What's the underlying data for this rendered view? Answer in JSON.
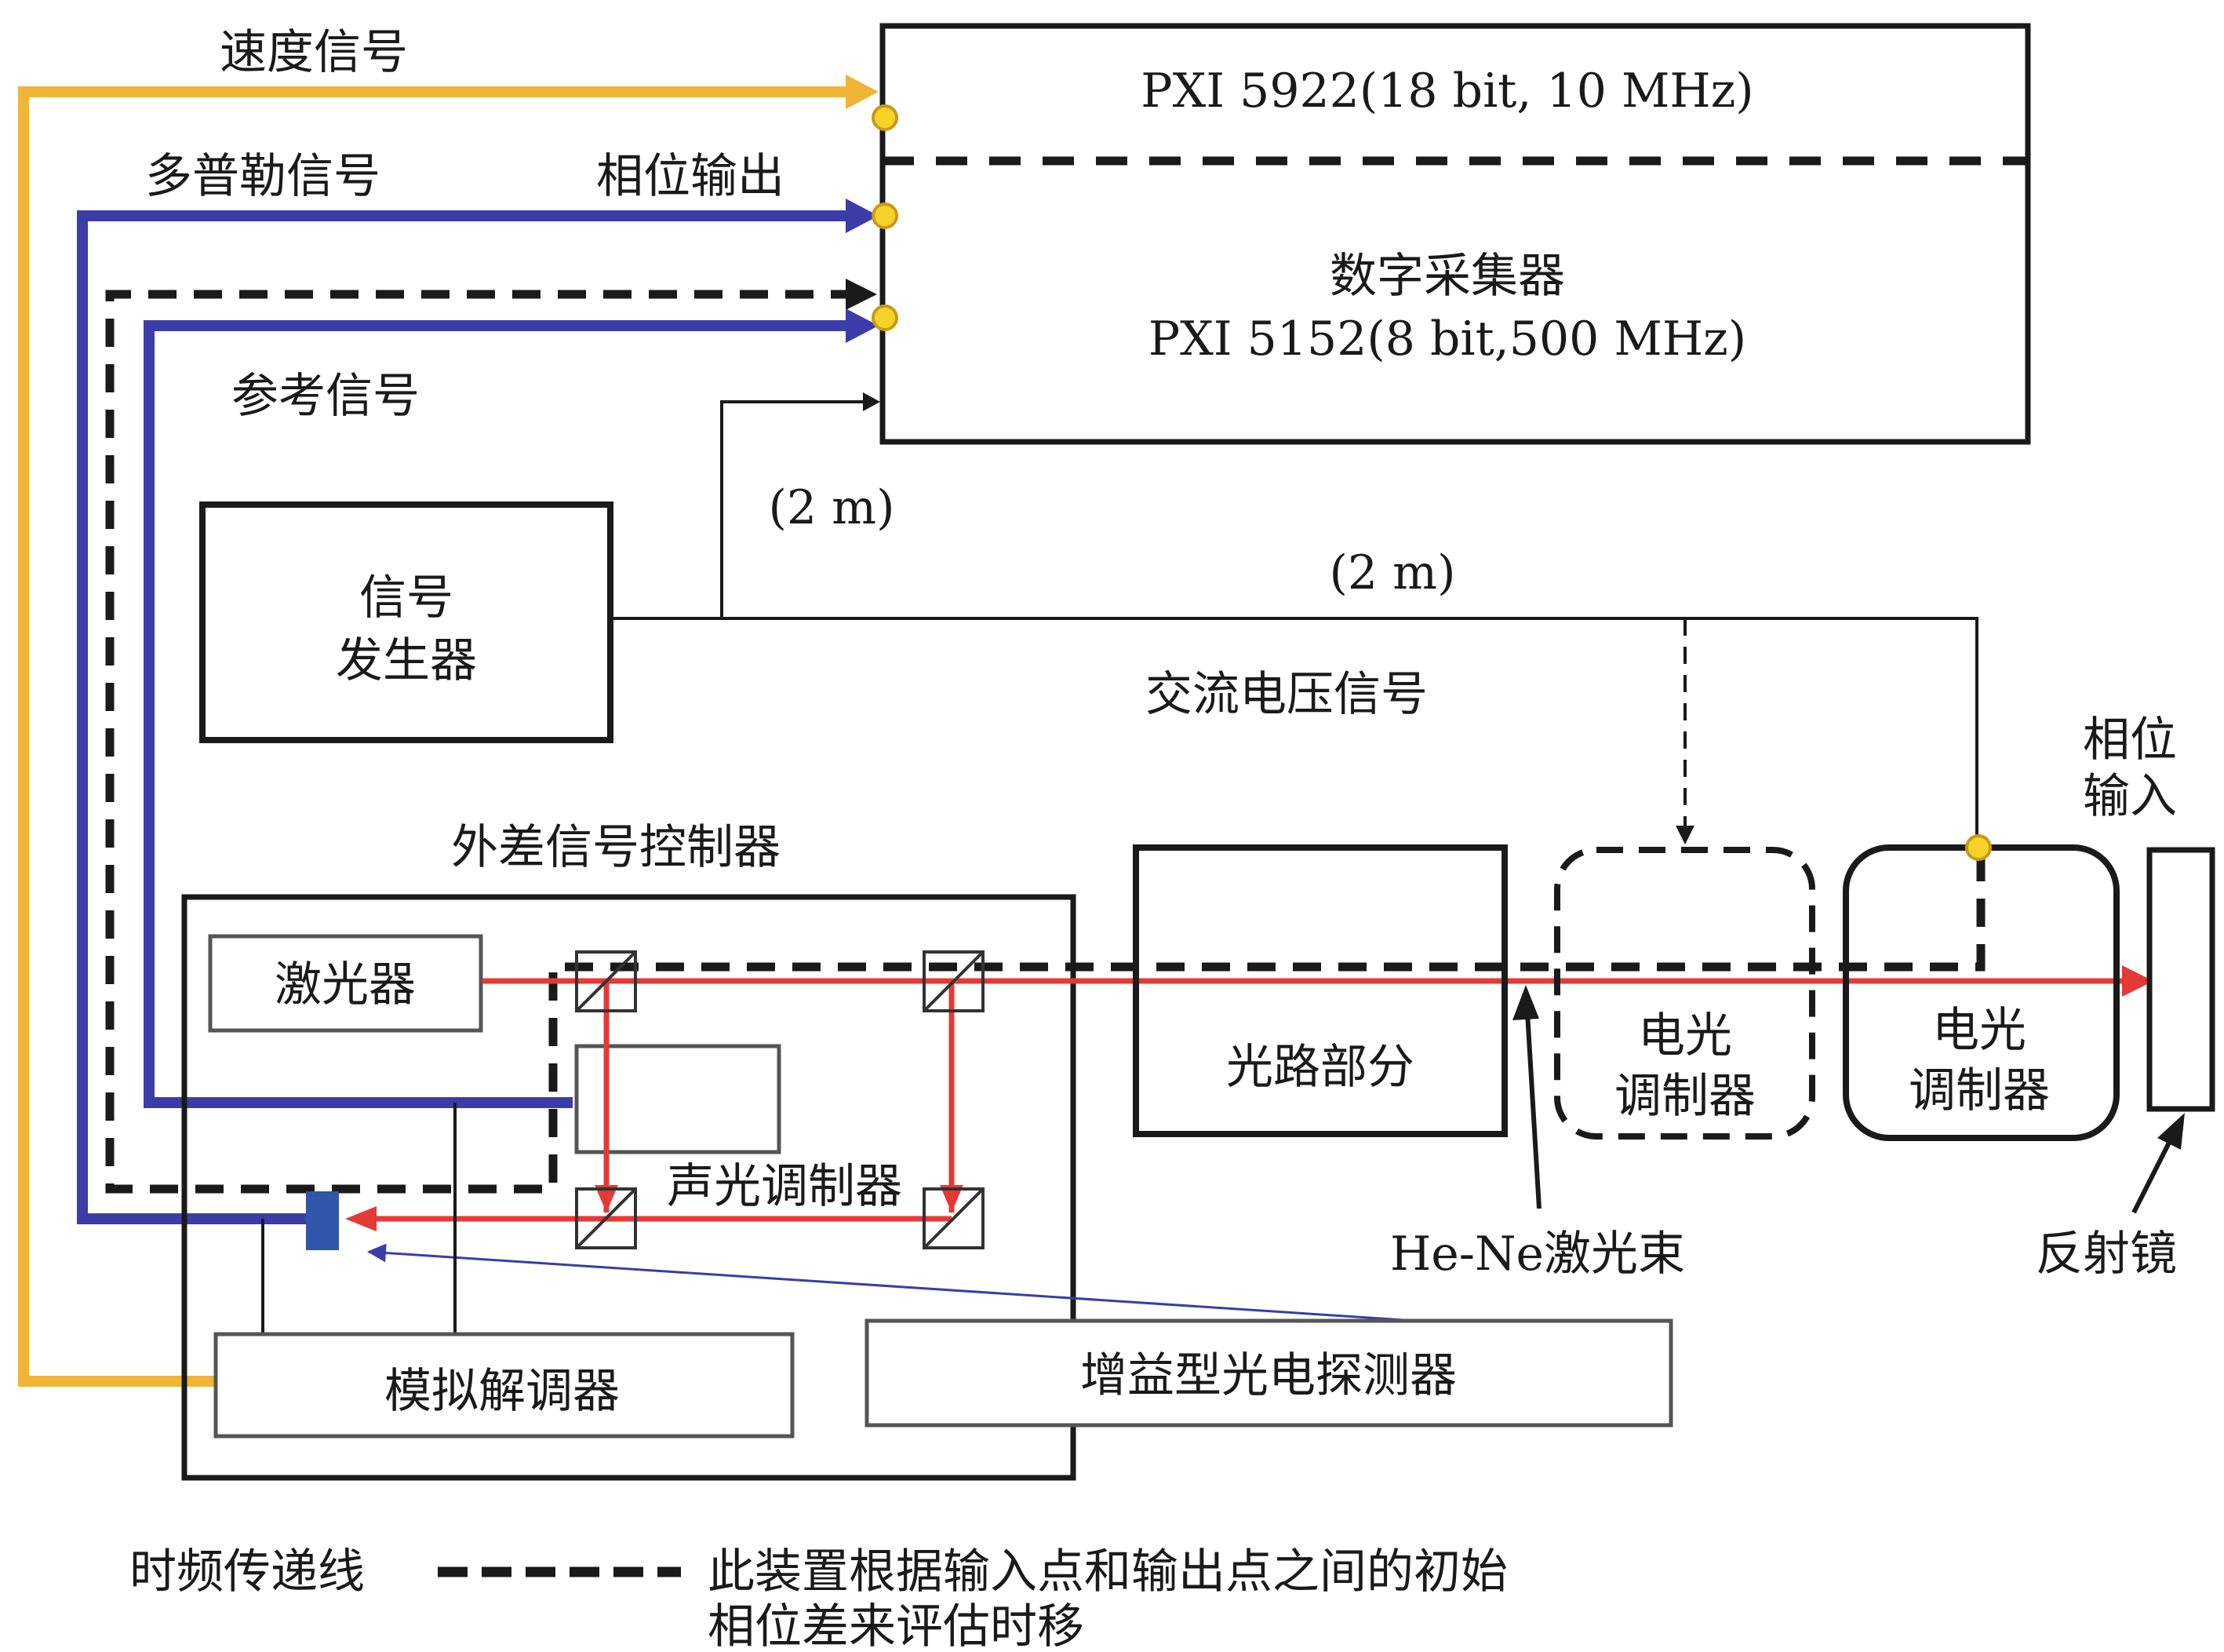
{
  "signals": {
    "velocity": "速度信号",
    "doppler": "多普勒信号",
    "phase_output": "相位输出",
    "reference": "参考信号",
    "ac_voltage": "交流电压信号",
    "cable_length_1": "(2 m)",
    "cable_length_2": "(2 m)"
  },
  "digitizer": {
    "model_top": "PXI 5922(18 bit, 10 MHz)",
    "name": "数字采集器",
    "model_bottom": "PXI 5152(8 bit,500 MHz)"
  },
  "signal_generator": {
    "line1": "信号",
    "line2": "发生器"
  },
  "heterodyne_controller": {
    "title": "外差信号控制器",
    "laser": "激光器",
    "aom": "声光调制器",
    "demodulator": "模拟解调器"
  },
  "detector": "增益型光电探测器",
  "optical_path": "光路部分",
  "eom_dashed": {
    "line1": "电光",
    "line2": "调制器"
  },
  "eom_solid": {
    "line1": "电光",
    "line2": "调制器"
  },
  "phase_input": {
    "line1": "相位",
    "line2": "输入"
  },
  "beam": "He-Ne激光束",
  "mirror": "反射镜",
  "legend": {
    "time_freq_line": "时频传递线",
    "dashed_desc_line1": "此装置根据输入点和输出点之间的初始",
    "dashed_desc_line2": "相位差来评估时移"
  },
  "colors": {
    "velocity_line": "#F0B437",
    "doppler_line": "#3C3CA8",
    "laser_beam": "#E53935",
    "connector_dot": "#F5D327",
    "photodiode": "#2F56A8",
    "frame": "#1a1a1a"
  }
}
